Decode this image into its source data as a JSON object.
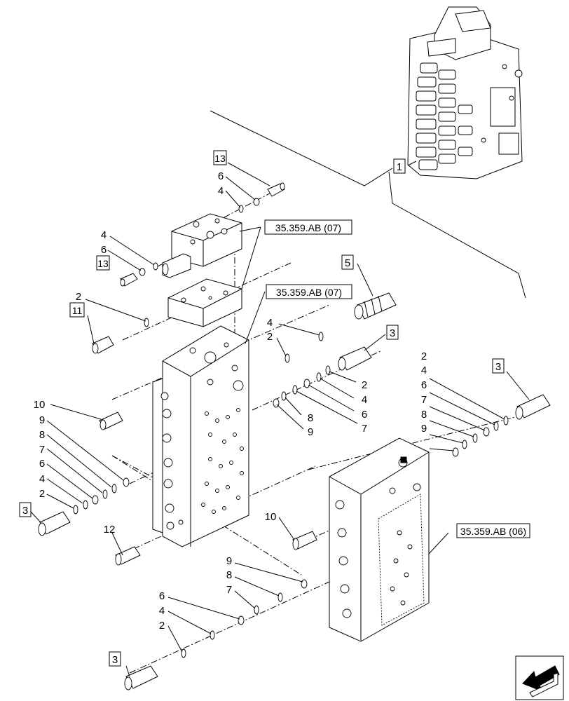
{
  "callouts": {
    "ref_a": "35.359.AB (07)",
    "ref_b": "35.359.AB (07)",
    "ref_c": "35.359.AB (06)",
    "c1": "1",
    "c2": "2",
    "c3": "3",
    "c4": "4",
    "c5": "5",
    "c6": "6",
    "c7": "7",
    "c8": "8",
    "c9": "9",
    "c10": "10",
    "c11": "11",
    "c12": "12",
    "c13": "13"
  },
  "icons": {
    "nav": "arrow-left-down-icon"
  }
}
